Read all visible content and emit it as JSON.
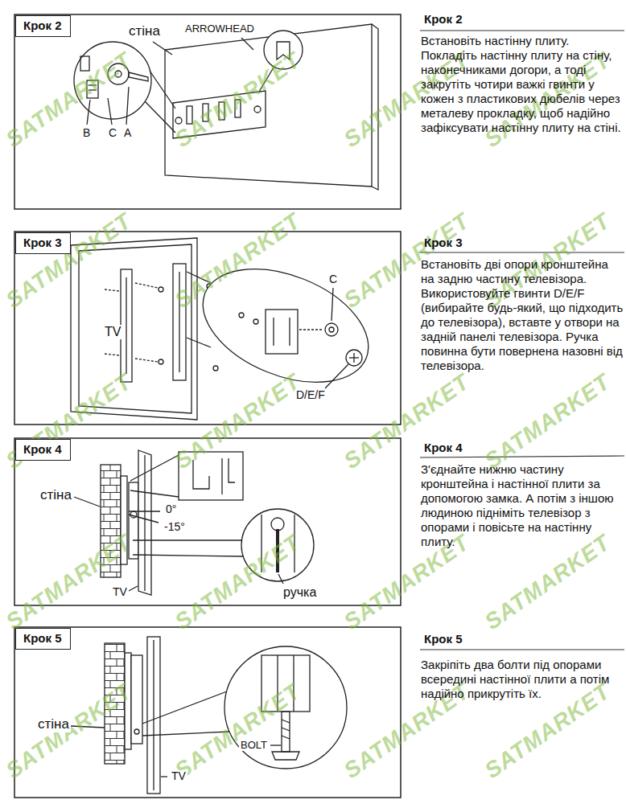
{
  "diagram": {
    "nodes": [
      {
        "text": [
          "Крок 2"
        ]
      },
      {
        "text": [
          "Крок 3"
        ]
      },
      {
        "text": [
          "Крок 4"
        ]
      },
      {
        "text": [
          "Крок 5"
        ]
      }
    ],
    "labels": [
      "стіна",
      "ARROWHEAD",
      "B",
      "C",
      "A",
      "Крок 2",
      "Встановіть настінну плиту. Покладіть настінну плиту на стіну, наконечниками догори, а тоді закрутіть чотири важкі гвинти у кожен з пластикових дюбелів через металеву прокладку, щоб надійно зафіксувати настінну плиту на стіні.",
      "TV",
      "C",
      "D/E/F",
      "Крок 3",
      "Встановіть дві опори кронштейна на задню частину телевізора. Використовуйте гвинти D/E/F (вибирайте будь-який, що підходить до телевізора), вставте у отвори на задній панелі телевізора. Ручка повинна бути повернена назовні від телевізора.",
      "стіна",
      "0°",
      "-15°",
      "ручка",
      "TV",
      "Крок 4",
      "З'єднайте нижню частину кронштейна і настінної плити за допомогою замка. А потім з іншою людиною підніміть телевізор з опорами і повісьте на настінну плиту.",
      "стіна",
      "BOLT",
      "TV",
      "Крок 5",
      "Закріпіть два болти під опорами всередині настінної плити а потім надійно прикрутіть їх.",
      "SATMARKET",
      "SATMARKET",
      "SATMARKET",
      "SATMARKET",
      "SATMARKET",
      "SATMARKET",
      "SATMARKET",
      "SATMARKET",
      "SATMARKET",
      "SATMARKET",
      "SATMARKET",
      "SATMARKET",
      "SATMARKET",
      "SATMARKET",
      "SATMARKET",
      "SATMARKET",
      "SATMARKET",
      "SATMARKET",
      "SATMARKET",
      "SATMARKET"
    ]
  }
}
